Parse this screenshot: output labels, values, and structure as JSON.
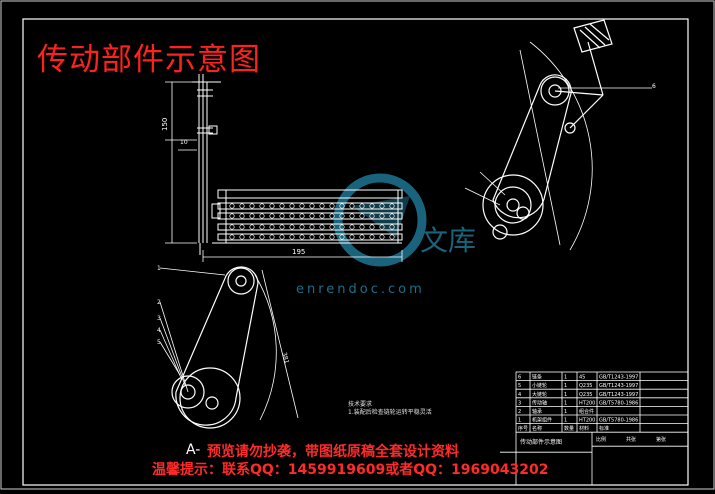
{
  "title": "传动部件示意图",
  "view_label": "A-",
  "notes": {
    "line1": "预览请勿抄袭，带图纸原稿全套设计资料",
    "line2": "温馨提示：联系QQ：1459919609或者QQ：1969043202"
  },
  "watermark": {
    "text": "文库",
    "url": "enrendoc.com"
  },
  "technical_requirements": {
    "title": "技术要求",
    "item": "1.装配后检查链轮运转平稳灵活"
  },
  "dimensions": {
    "height": "150",
    "small": "10",
    "length": "195",
    "chain_span": "381"
  },
  "part_labels": [
    "1",
    "2",
    "3",
    "4",
    "5",
    "6"
  ],
  "title_block": {
    "rows": [
      {
        "no": "6",
        "name": "链条",
        "qty": "1",
        "material": "45",
        "std": "GB/T1243-1997"
      },
      {
        "no": "5",
        "name": "小链轮",
        "qty": "1",
        "material": "Q235",
        "std": "GB/T1243-1997"
      },
      {
        "no": "4",
        "name": "大链轮",
        "qty": "1",
        "material": "Q235",
        "std": "GB/T1243-1997"
      },
      {
        "no": "3",
        "name": "传动轴",
        "qty": "1",
        "material": "HT200",
        "std": "GB/T5780-1986"
      },
      {
        "no": "2",
        "name": "轴承",
        "qty": "1",
        "material": "组合件",
        "std": ""
      },
      {
        "no": "1",
        "name": "机架组件",
        "qty": "1",
        "material": "HT200",
        "std": "GB/T5780-1986"
      }
    ],
    "header": {
      "no": "序号",
      "name": "名称",
      "qty": "数量",
      "material": "材料",
      "std": "标准"
    },
    "drawing_name": "传动部件示意图",
    "scale_label": "比例",
    "sheet_label": "共张",
    "sheet_no": "第张"
  },
  "colors": {
    "background": "#000000",
    "line": "#ffffff",
    "title_red": "#ff2020",
    "watermark": "#1d6e8a"
  }
}
